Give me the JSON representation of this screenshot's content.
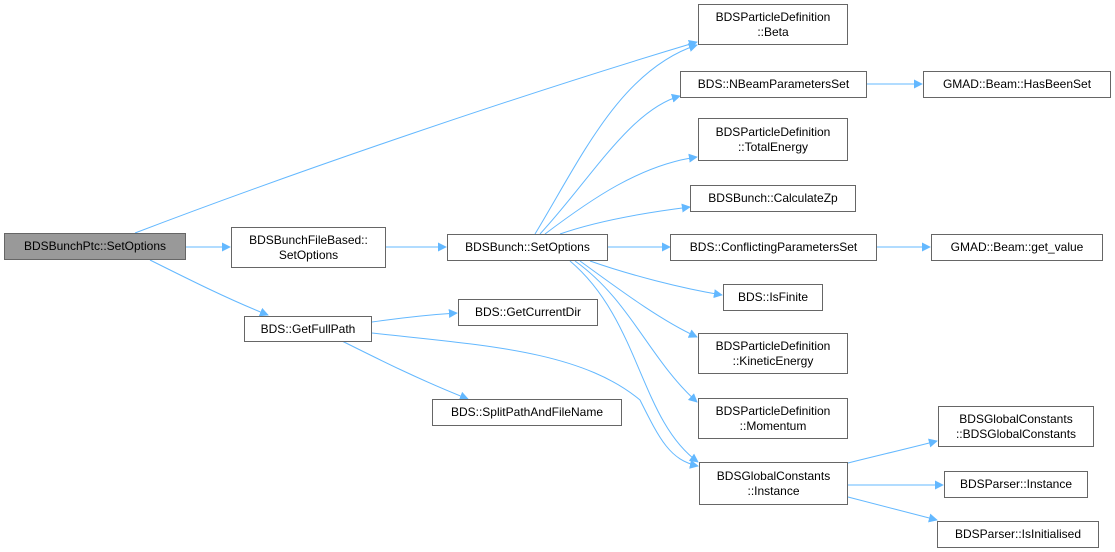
{
  "colors": {
    "edge": "#63b8ff",
    "node_border": "#666666",
    "root_fill": "#999999",
    "node_fill": "#ffffff"
  },
  "nodes": {
    "setoptions_ptc": [
      "BDSBunchPtc::SetOptions"
    ],
    "setoptions_filebased": [
      "BDSBunchFileBased::",
      "SetOptions"
    ],
    "getfullpath": [
      "BDS::GetFullPath"
    ],
    "setoptions_bunch": [
      "BDSBunch::SetOptions"
    ],
    "getcurrentdir": [
      "BDS::GetCurrentDir"
    ],
    "splitpath": [
      "BDS::SplitPathAndFileName"
    ],
    "beta": [
      "BDSParticleDefinition",
      "::Beta"
    ],
    "nbeamparams": [
      "BDS::NBeamParametersSet"
    ],
    "totalenergy": [
      "BDSParticleDefinition",
      "::TotalEnergy"
    ],
    "calculatezp": [
      "BDSBunch::CalculateZp"
    ],
    "conflicting": [
      "BDS::ConflictingParametersSet"
    ],
    "isfinite": [
      "BDS::IsFinite"
    ],
    "kineticenergy": [
      "BDSParticleDefinition",
      "::KineticEnergy"
    ],
    "momentum": [
      "BDSParticleDefinition",
      "::Momentum"
    ],
    "gc_instance": [
      "BDSGlobalConstants",
      "::Instance"
    ],
    "hasbeenset": [
      "GMAD::Beam::HasBeenSet"
    ],
    "getvalue": [
      "GMAD::Beam::get_value"
    ],
    "gc_ctor": [
      "BDSGlobalConstants",
      "::BDSGlobalConstants"
    ],
    "parser_instance": [
      "BDSParser::Instance"
    ],
    "parser_isinit": [
      "BDSParser::IsInitialised"
    ]
  }
}
